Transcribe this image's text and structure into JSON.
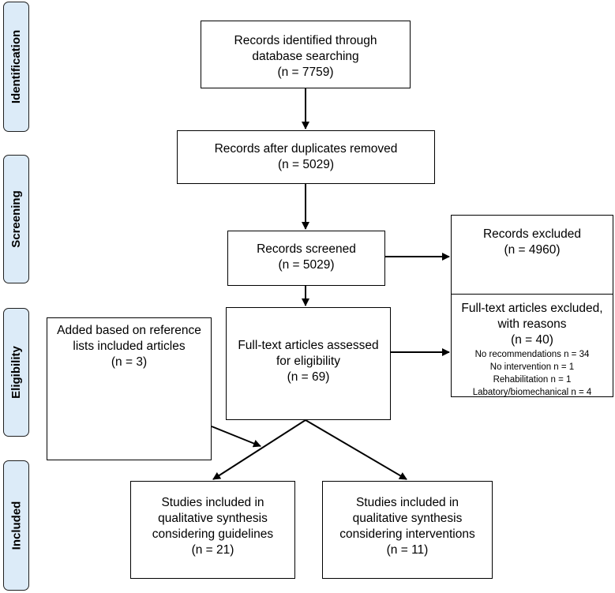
{
  "phases": {
    "identification": "Identification",
    "screening": "Screening",
    "eligibility": "Eligibility",
    "included": "Included"
  },
  "boxes": {
    "identified": {
      "lines": [
        "Records identified through",
        "database searching",
        "(n = 7759)"
      ]
    },
    "after_duplicates": {
      "lines": [
        "Records after duplicates removed",
        "(n = 5029)"
      ]
    },
    "screened": {
      "lines": [
        "Records screened",
        "(n = 5029)"
      ]
    },
    "excluded": {
      "lines": [
        "Records excluded",
        "(n = 4960)"
      ]
    },
    "fulltext_assessed": {
      "lines": [
        "Full-text articles assessed",
        "for eligibility",
        "(n = 69)"
      ]
    },
    "fulltext_excluded": {
      "lines": [
        "Full-text articles excluded,",
        "with reasons",
        "(n = 40)"
      ],
      "reasons": [
        "No recommendations n = 34",
        "No intervention n = 1",
        "Rehabilitation n = 1",
        "Labatory/biomechanical n = 4"
      ]
    },
    "added_reference": {
      "lines": [
        "Added based on reference",
        "lists included articles",
        "(n = 3)"
      ]
    },
    "included_guidelines": {
      "lines": [
        "Studies included in",
        "qualitative synthesis",
        "considering guidelines",
        "(n = 21)"
      ]
    },
    "included_interventions": {
      "lines": [
        "Studies included in",
        "qualitative synthesis",
        "considering interventions",
        "(n = 11)"
      ]
    }
  }
}
